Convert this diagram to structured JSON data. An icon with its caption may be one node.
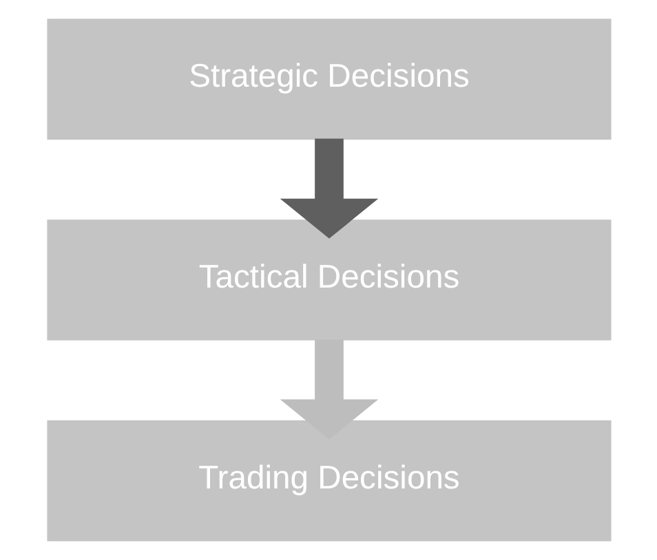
{
  "diagram": {
    "nodes": [
      {
        "text": [
          "Strategic Decisions"
        ]
      },
      {
        "text": [
          "Tactical Decisions"
        ]
      },
      {
        "text": [
          "Trading Decisions"
        ]
      }
    ],
    "edges": [
      {
        "from": 0,
        "to": 1,
        "arrow": "to",
        "color": "#5f5f5f"
      },
      {
        "from": 1,
        "to": 2,
        "arrow": "to",
        "color": "#bdbdbd"
      }
    ]
  }
}
